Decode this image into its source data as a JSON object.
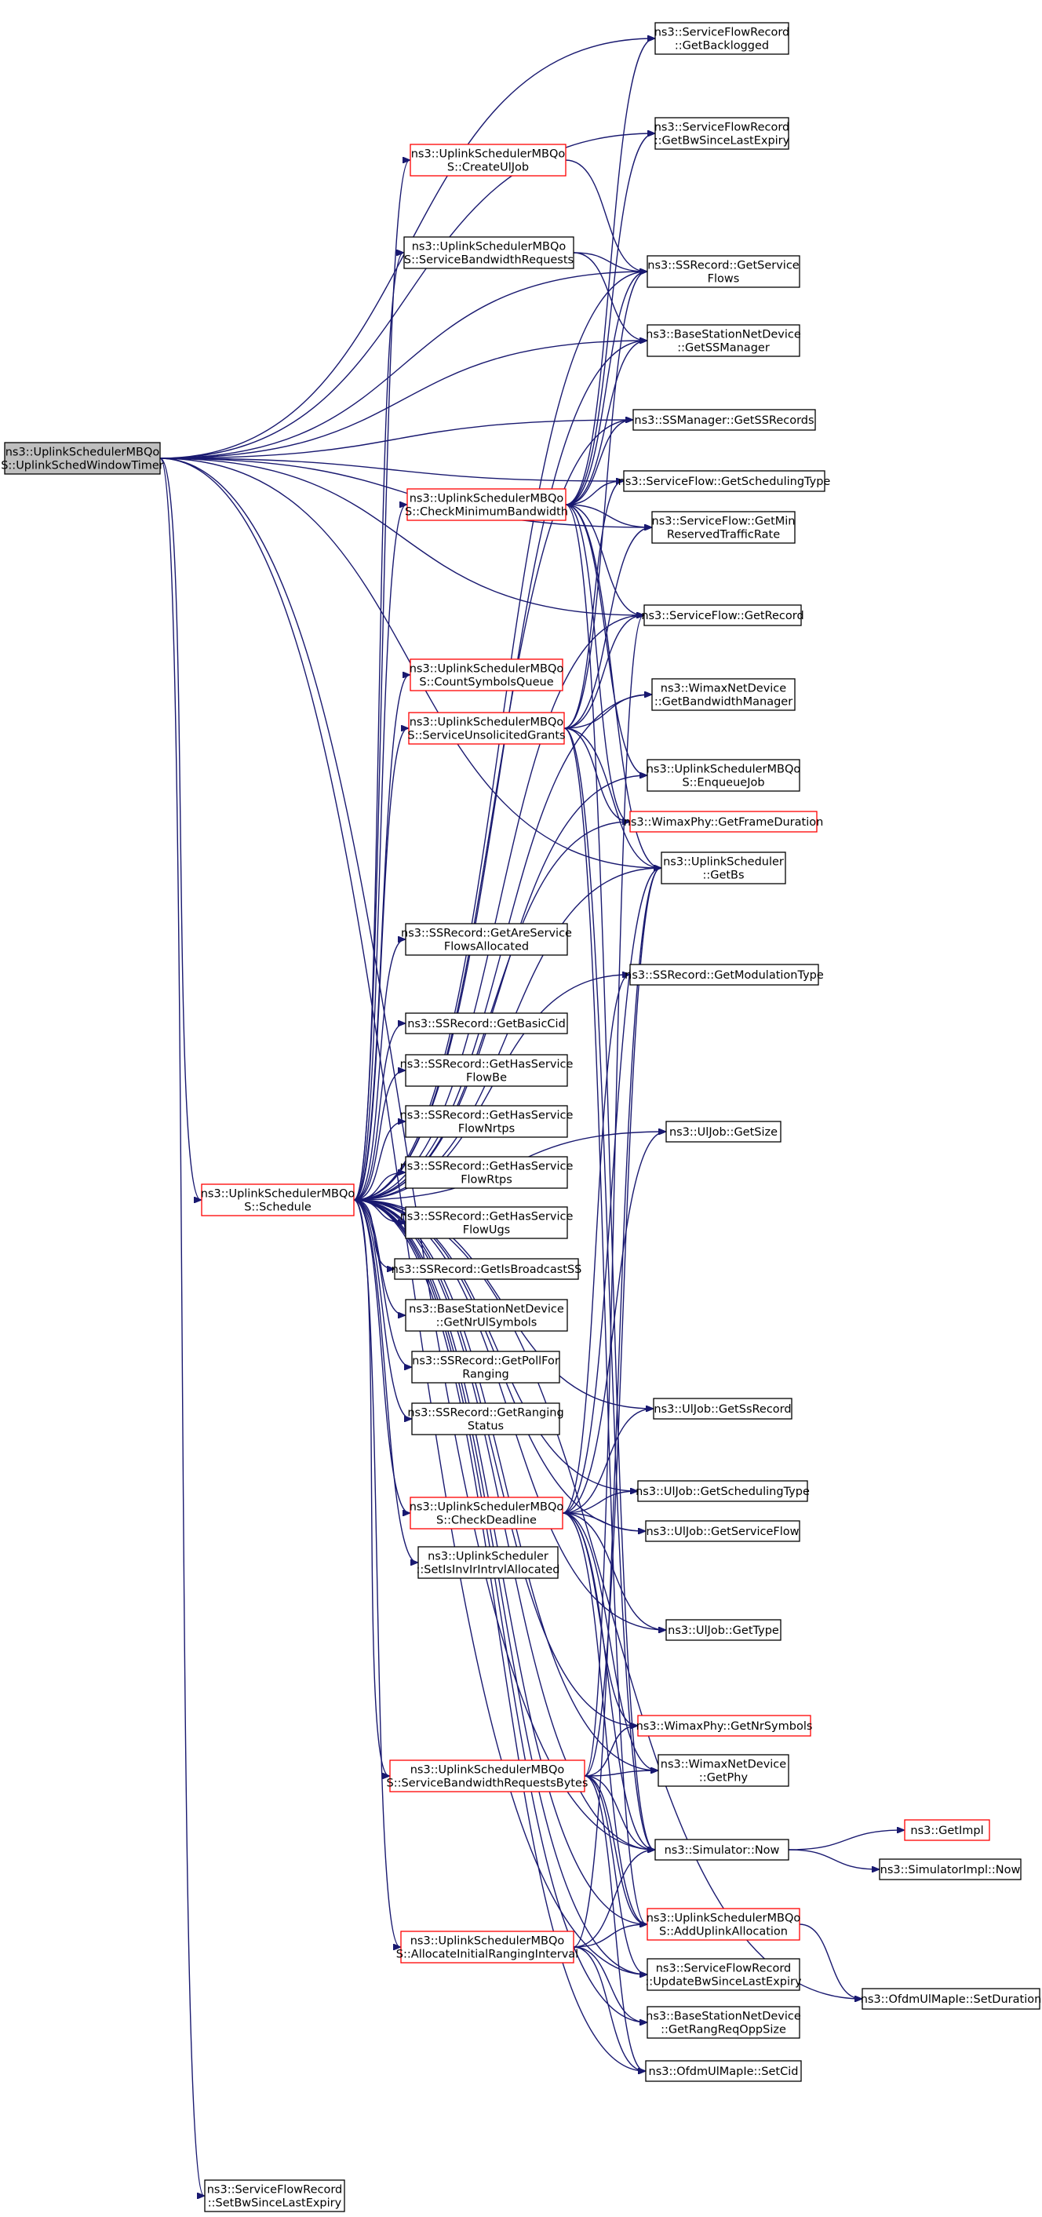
{
  "colors": {
    "edge": "#191970",
    "red_border": "#ff0000",
    "root_fill": "#bfbfbf"
  },
  "nodes": {
    "root": [
      "ns3::UplinkSchedulerMBQo",
      "S::UplinkSchedWindowTimer"
    ],
    "sfr_getbacklogged": [
      "ns3::ServiceFlowRecord",
      "::GetBacklogged"
    ],
    "sfr_getbwsince": [
      "ns3::ServiceFlowRecord",
      "::GetBwSinceLastExpiry"
    ],
    "createuljob": [
      "ns3::UplinkSchedulerMBQo",
      "S::CreateUlJob"
    ],
    "svcbwreq": [
      "ns3::UplinkSchedulerMBQo",
      "S::ServiceBandwidthRequests"
    ],
    "ss_getsvcflows": [
      "ns3::SSRecord::GetService",
      "Flows"
    ],
    "bs_getssmgr": [
      "ns3::BaseStationNetDevice",
      "::GetSSManager"
    ],
    "ssmgr_getssrecords": [
      "ns3::SSManager::GetSSRecords"
    ],
    "sf_getschedtype": [
      "ns3::ServiceFlow::GetSchedulingType"
    ],
    "checkminbw": [
      "ns3::UplinkSchedulerMBQo",
      "S::CheckMinimumBandwidth"
    ],
    "sf_getminrate": [
      "ns3::ServiceFlow::GetMin",
      "ReservedTrafficRate"
    ],
    "sf_getrecord": [
      "ns3::ServiceFlow::GetRecord"
    ],
    "countsymbols": [
      "ns3::UplinkSchedulerMBQo",
      "S::CountSymbolsQueue"
    ],
    "wnd_getbwmgr": [
      "ns3::WimaxNetDevice",
      "::GetBandwidthManager"
    ],
    "svcunsolicited": [
      "ns3::UplinkSchedulerMBQo",
      "S::ServiceUnsolicitedGrants"
    ],
    "enqueuejob": [
      "ns3::UplinkSchedulerMBQo",
      "S::EnqueueJob"
    ],
    "phy_getframedur": [
      "ns3::WimaxPhy::GetFrameDuration"
    ],
    "us_getbs": [
      "ns3::UplinkScheduler",
      "::GetBs"
    ],
    "ss_getareflows": [
      "ns3::SSRecord::GetAreService",
      "FlowsAllocated"
    ],
    "ss_getmodtype": [
      "ns3::SSRecord::GetModulationType"
    ],
    "ss_getbasiccid": [
      "ns3::SSRecord::GetBasicCid"
    ],
    "ss_hasbe": [
      "ns3::SSRecord::GetHasService",
      "FlowBe"
    ],
    "ss_hasnrtps": [
      "ns3::SSRecord::GetHasService",
      "FlowNrtps"
    ],
    "uljob_getsize": [
      "ns3::UlJob::GetSize"
    ],
    "ss_hasrtps": [
      "ns3::SSRecord::GetHasService",
      "FlowRtps"
    ],
    "schedule": [
      "ns3::UplinkSchedulerMBQo",
      "S::Schedule"
    ],
    "ss_hasugs": [
      "ns3::SSRecord::GetHasService",
      "FlowUgs"
    ],
    "ss_isbroadcast": [
      "ns3::SSRecord::GetIsBroadcastSS"
    ],
    "bs_getnrul": [
      "ns3::BaseStationNetDevice",
      "::GetNrUlSymbols"
    ],
    "ss_getpoll": [
      "ns3::SSRecord::GetPollFor",
      "Ranging"
    ],
    "ss_getranging": [
      "ns3::SSRecord::GetRanging",
      "Status"
    ],
    "uljob_getssrecord": [
      "ns3::UlJob::GetSsRecord"
    ],
    "uljob_getschedtype": [
      "ns3::UlJob::GetSchedulingType"
    ],
    "checkdeadline": [
      "ns3::UplinkSchedulerMBQo",
      "S::CheckDeadline"
    ],
    "uljob_getsvcflow": [
      "ns3::UlJob::GetServiceFlow"
    ],
    "us_setisinv": [
      "ns3::UplinkScheduler",
      "::SetIsInvIrIntrvlAllocated"
    ],
    "uljob_gettype": [
      "ns3::UlJob::GetType"
    ],
    "phy_getnrsymbols": [
      "ns3::WimaxPhy::GetNrSymbols"
    ],
    "wnd_getphy": [
      "ns3::WimaxNetDevice",
      "::GetPhy"
    ],
    "svcbwreqbytes": [
      "ns3::UplinkSchedulerMBQo",
      "S::ServiceBandwidthRequestsBytes"
    ],
    "getimpl": [
      "ns3::GetImpl"
    ],
    "sim_now": [
      "ns3::Simulator::Now"
    ],
    "simimpl_now": [
      "ns3::SimulatorImpl::Now"
    ],
    "adduplink": [
      "ns3::UplinkSchedulerMBQo",
      "S::AddUplinkAllocation"
    ],
    "allocranging": [
      "ns3::UplinkSchedulerMBQo",
      "S::AllocateInitialRangingInterval"
    ],
    "sfr_updatebw": [
      "ns3::ServiceFlowRecord",
      "::UpdateBwSinceLastExpiry"
    ],
    "ofdm_setduration": [
      "ns3::OfdmUlMapIe::SetDuration"
    ],
    "bs_getrangreq": [
      "ns3::BaseStationNetDevice",
      "::GetRangReqOppSize"
    ],
    "ofdm_setcid": [
      "ns3::OfdmUlMapIe::SetCid"
    ],
    "sfr_setbwsince": [
      "ns3::ServiceFlowRecord",
      "::SetBwSinceLastExpiry"
    ]
  }
}
